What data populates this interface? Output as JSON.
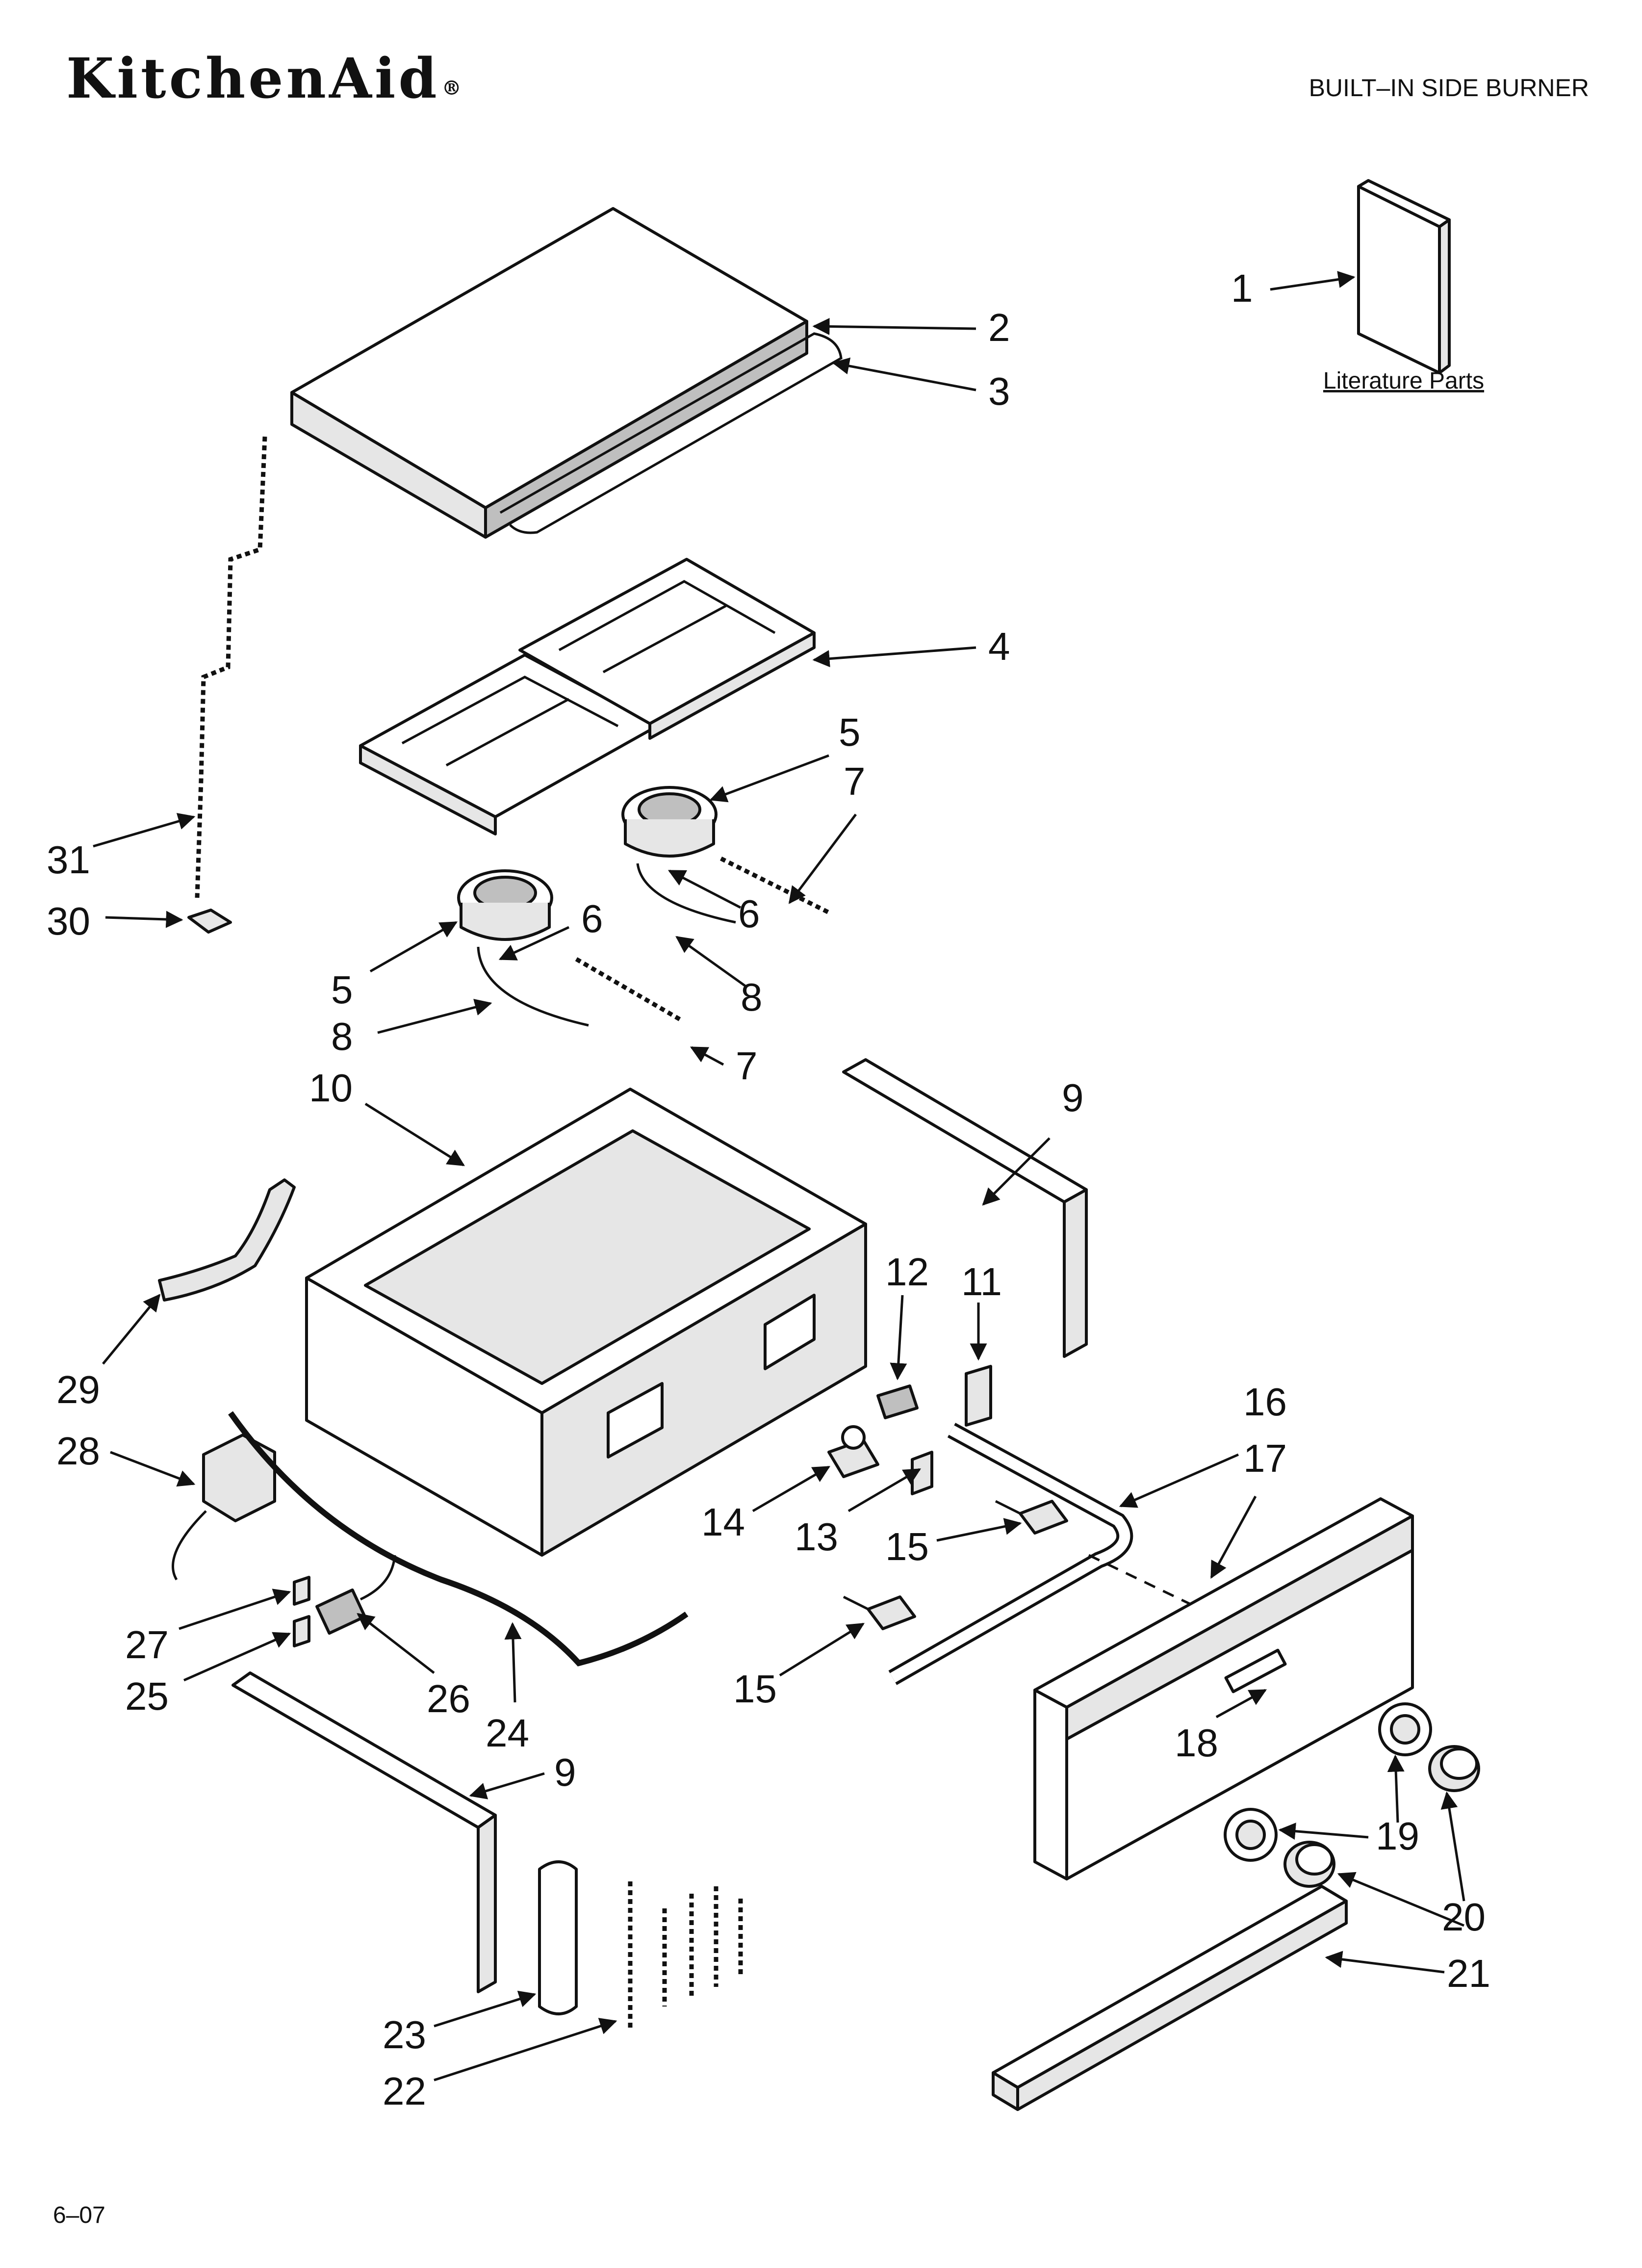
{
  "header": {
    "brand": "KitchenAid",
    "brand_mark": "®",
    "section_title": "BUILT–IN SIDE BURNER"
  },
  "literature": {
    "label": "Literature Parts"
  },
  "footer": {
    "code": "6–07"
  },
  "callouts": [
    {
      "id": "c1",
      "text": "1"
    },
    {
      "id": "c2",
      "text": "2"
    },
    {
      "id": "c3",
      "text": "3"
    },
    {
      "id": "c4",
      "text": "4"
    },
    {
      "id": "c5a",
      "text": "5"
    },
    {
      "id": "c7a",
      "text": "7"
    },
    {
      "id": "c6a",
      "text": "6"
    },
    {
      "id": "c8a",
      "text": "8"
    },
    {
      "id": "c6b",
      "text": "6"
    },
    {
      "id": "c5b",
      "text": "5"
    },
    {
      "id": "c8b",
      "text": "8"
    },
    {
      "id": "c7b",
      "text": "7"
    },
    {
      "id": "c31",
      "text": "31"
    },
    {
      "id": "c30",
      "text": "30"
    },
    {
      "id": "c10",
      "text": "10"
    },
    {
      "id": "c9a",
      "text": "9"
    },
    {
      "id": "c12",
      "text": "12"
    },
    {
      "id": "c11",
      "text": "11"
    },
    {
      "id": "c29",
      "text": "29"
    },
    {
      "id": "c28",
      "text": "28"
    },
    {
      "id": "c16",
      "text": "16"
    },
    {
      "id": "c17",
      "text": "17"
    },
    {
      "id": "c14",
      "text": "14"
    },
    {
      "id": "c13",
      "text": "13"
    },
    {
      "id": "c15a",
      "text": "15"
    },
    {
      "id": "c27",
      "text": "27"
    },
    {
      "id": "c25",
      "text": "25"
    },
    {
      "id": "c26",
      "text": "26"
    },
    {
      "id": "c24",
      "text": "24"
    },
    {
      "id": "c15b",
      "text": "15"
    },
    {
      "id": "c18",
      "text": "18"
    },
    {
      "id": "c9b",
      "text": "9"
    },
    {
      "id": "c19",
      "text": "19"
    },
    {
      "id": "c20",
      "text": "20"
    },
    {
      "id": "c21",
      "text": "21"
    },
    {
      "id": "c23",
      "text": "23"
    },
    {
      "id": "c22",
      "text": "22"
    }
  ]
}
